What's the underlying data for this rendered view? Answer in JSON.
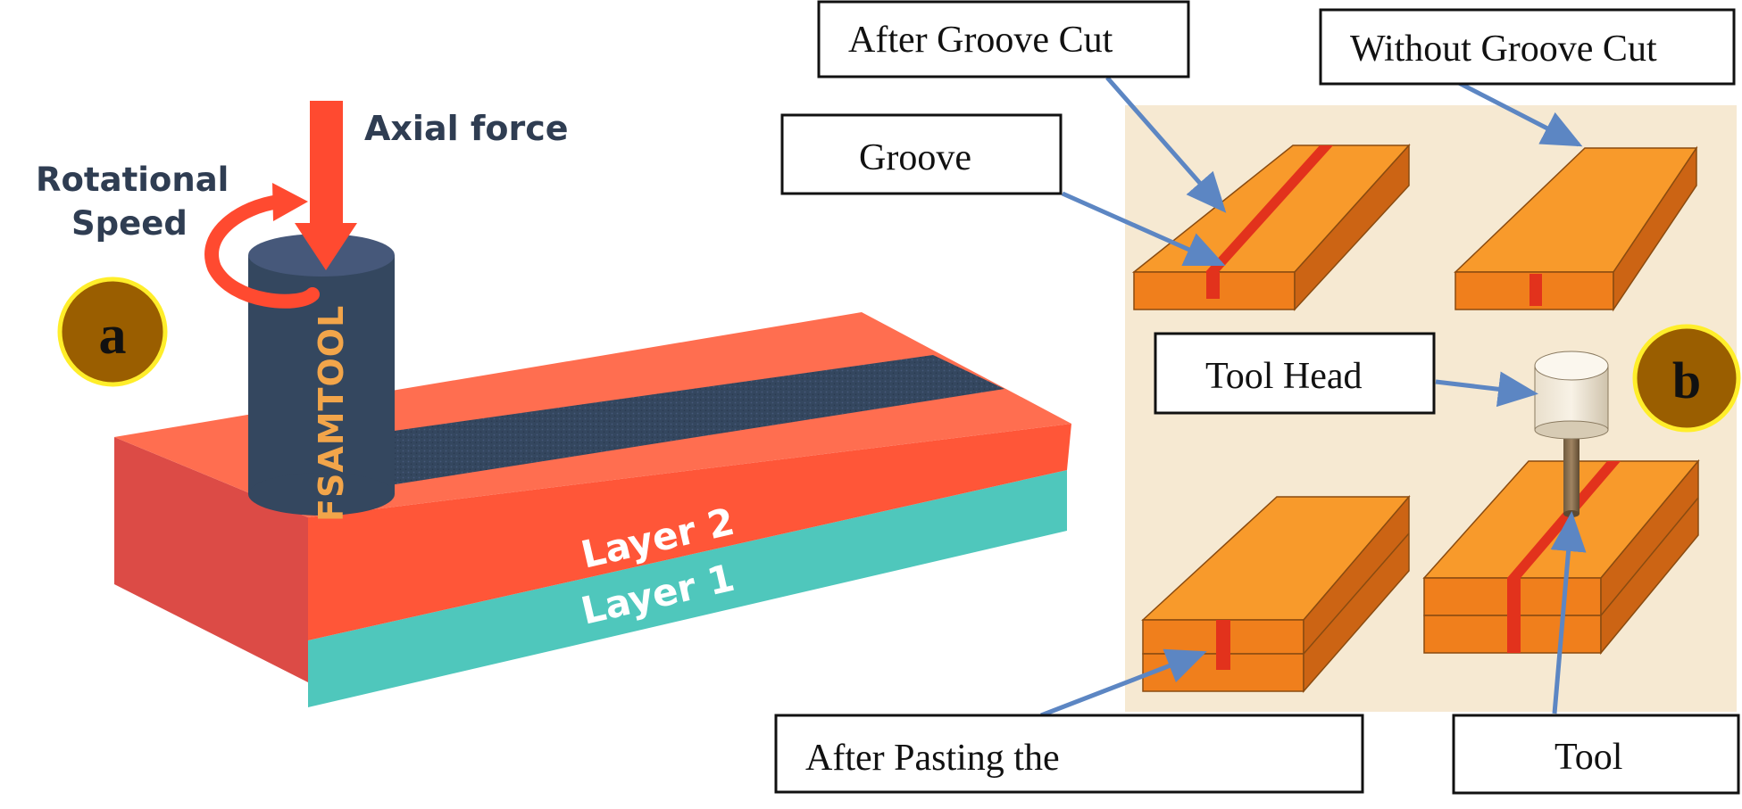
{
  "panel_a": {
    "badge": "a",
    "axial_force_label": "Axial force",
    "rotational_speed_label": [
      "Rotational",
      "Speed"
    ],
    "tool_label": "FSAMTOOL",
    "layer_top_label": "Layer 2",
    "layer_bottom_label": "Layer 1"
  },
  "panel_b": {
    "badge": "b",
    "callouts": {
      "after_groove_cut": "After Groove Cut",
      "without_groove_cut": "Without Groove Cut",
      "groove": "Groove",
      "tool_head": "Tool Head",
      "after_pasting": "After Pasting the",
      "tool": "Tool"
    }
  },
  "colors": {
    "layer2_top": "#ff6e50",
    "layer2_front": "#ff5638",
    "layer2_side": "#dc4b46",
    "layer1_front": "#4fc7bc",
    "layer1_side": "#3fb5a9",
    "tool_dark": "#34475f",
    "force_arrow": "#ff4a30",
    "label_dark": "#2f3d52",
    "badge_fill": "#9a5e00",
    "badge_ring": "#ffee2a",
    "panel_b_bg": "#f6e9d2",
    "block_top": "#f89a2b",
    "block_front": "#f07f1c",
    "block_side": "#cc6414",
    "groove_red": "#e2321c",
    "callout_arrow": "#5c86c3"
  }
}
